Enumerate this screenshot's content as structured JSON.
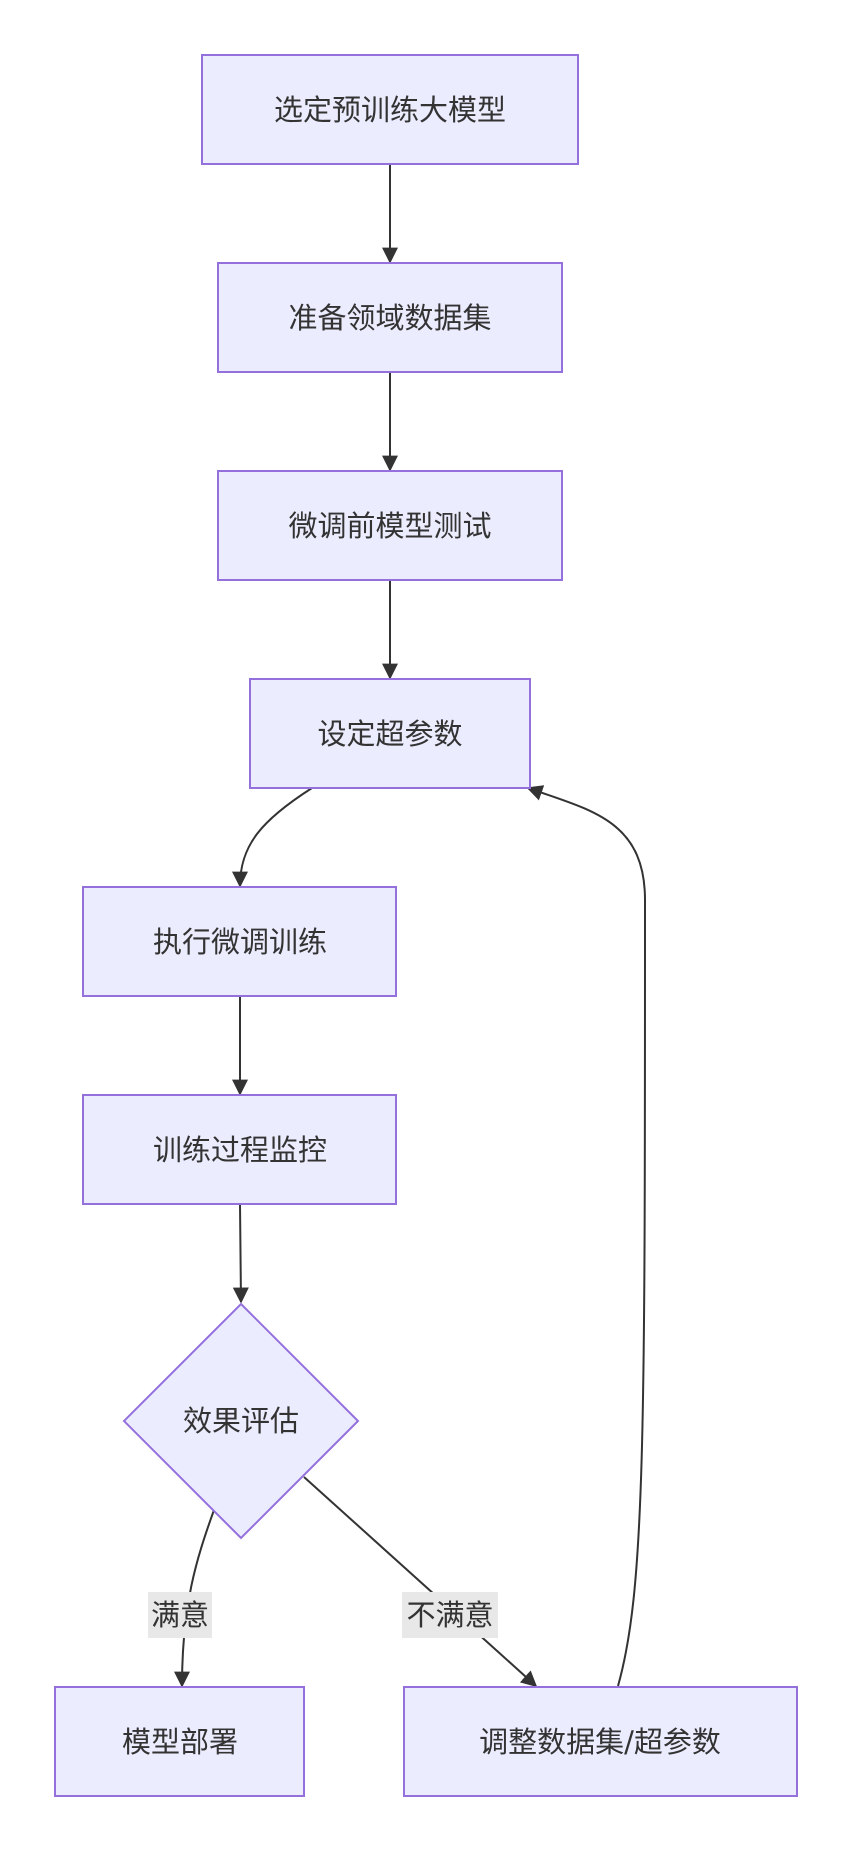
{
  "nodes": {
    "select_model": "选定预训练大模型",
    "prepare_data": "准备领域数据集",
    "pre_test": "微调前模型测试",
    "set_hparams": "设定超参数",
    "run_finetune": "执行微调训练",
    "monitor": "训练过程监控",
    "evaluate": "效果评估",
    "deploy": "模型部署",
    "adjust": "调整数据集/超参数"
  },
  "edges": {
    "satisfied": "满意",
    "unsatisfied": "不满意"
  },
  "colors": {
    "node_fill": "#ECECFF",
    "node_stroke": "#9370DB",
    "edge": "#333333",
    "edge_label_bg": "#E8E8E8"
  }
}
